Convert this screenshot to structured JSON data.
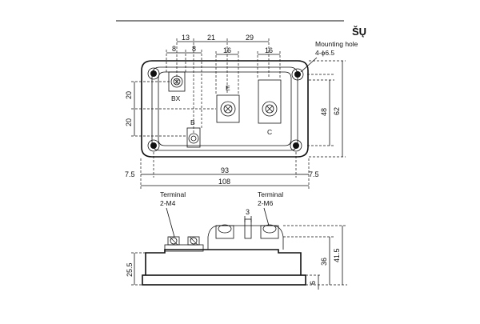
{
  "header_code": "ŠŲ",
  "top_view": {
    "dims_top": [
      "13",
      "21",
      "29"
    ],
    "dims_8_a": "8",
    "dims_8_b": "8",
    "dims_16_a": "16",
    "dims_16_b": "16",
    "mounting_label_1": "Mounting hole",
    "mounting_label_2": "4-ϕ6.5",
    "terminal_bx": "BX",
    "terminal_b": "B",
    "terminal_e": "E",
    "terminal_c": "C",
    "dim_left_20a": "20",
    "dim_left_20b": "20",
    "dim_right_48": "48",
    "dim_right_62": "62",
    "dim_bottom_7_5_left": "7.5",
    "dim_bottom_93": "93",
    "dim_bottom_7_5_right": "7.5",
    "dim_bottom_108": "108"
  },
  "side_view": {
    "terminal_m4_1": "Terminal",
    "terminal_m4_2": "2-M4",
    "terminal_m6_1": "Terminal",
    "terminal_m6_2": "2-M6",
    "dim_3": "3",
    "dim_25_5": "25.5",
    "dim_36": "36",
    "dim_41_5": "41.5",
    "dim_6": "6"
  }
}
